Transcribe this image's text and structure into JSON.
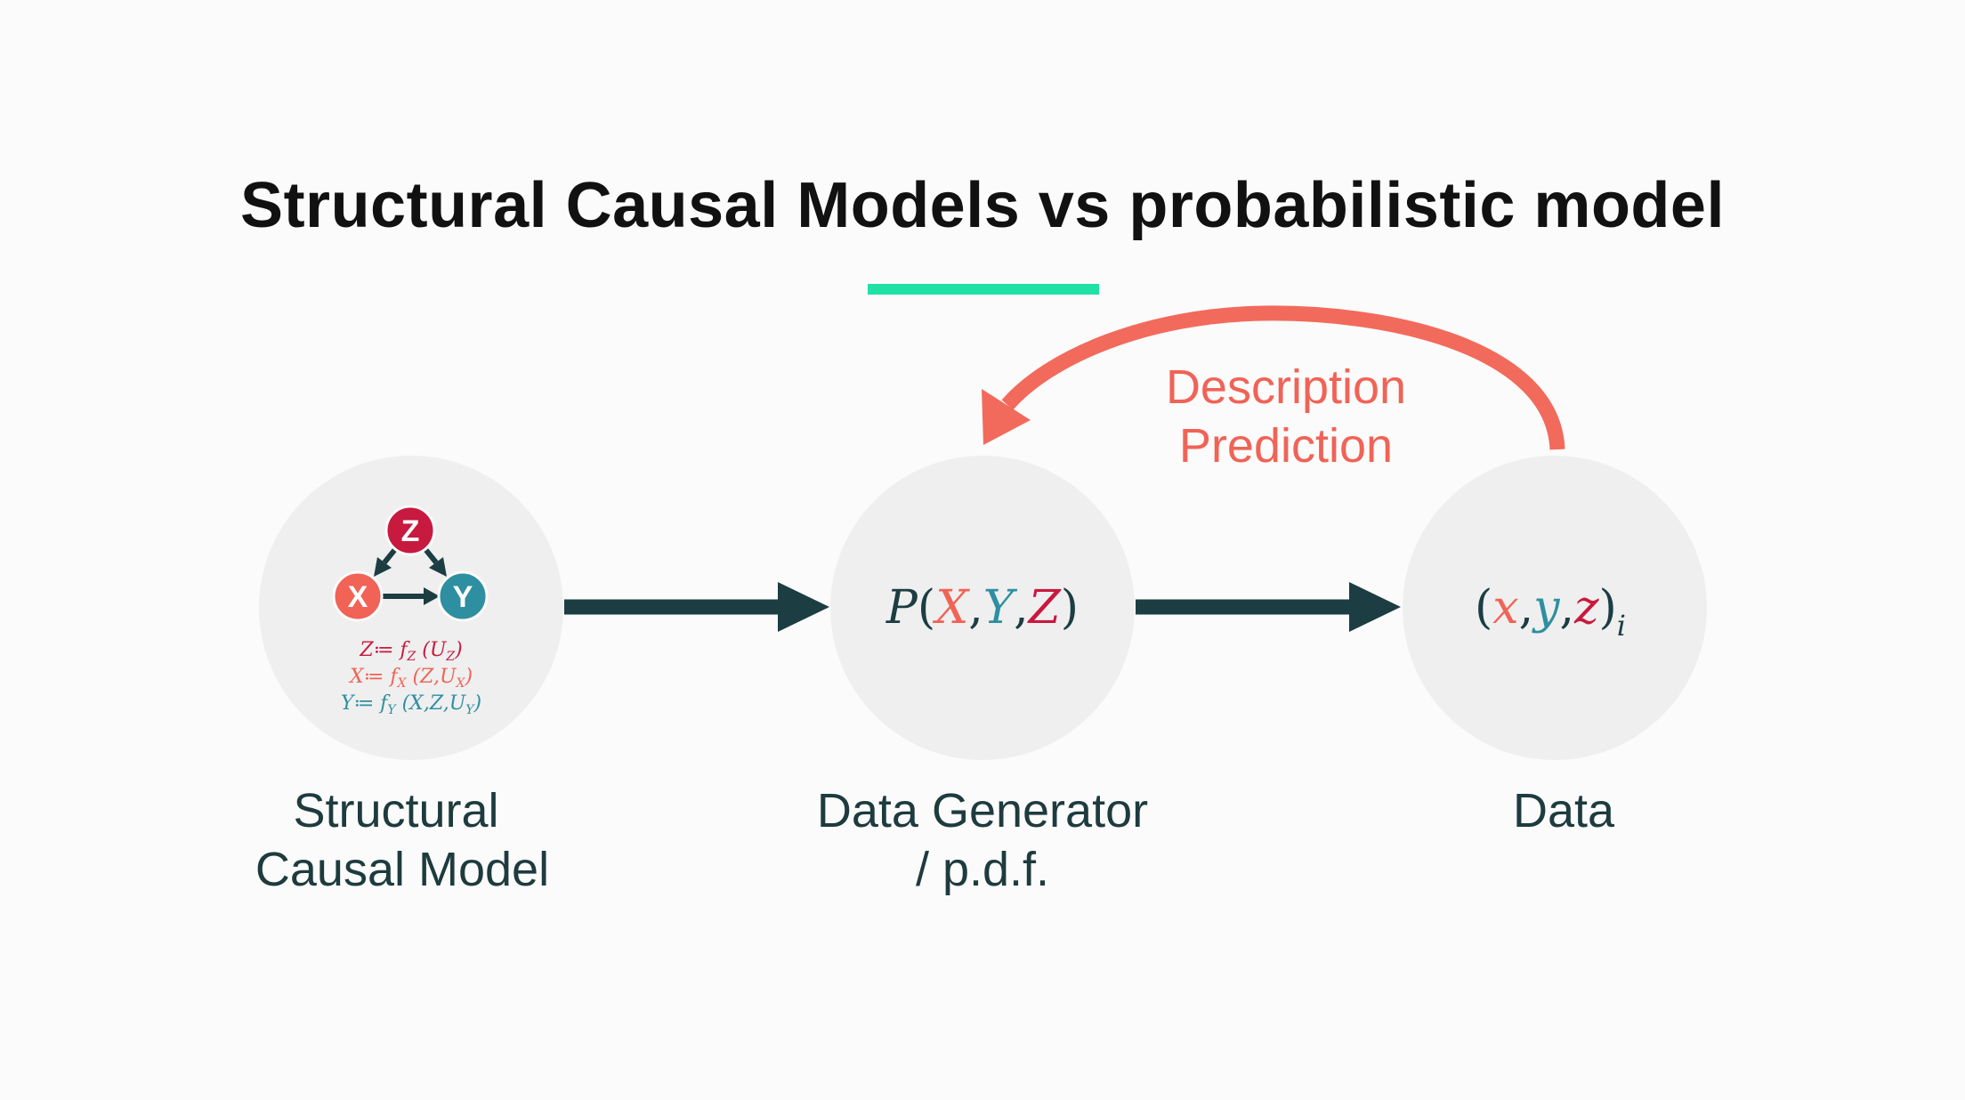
{
  "title": "Structural Causal Models vs probabilistic model",
  "colors": {
    "accent_bar": "#1fe0a5",
    "arrow_dark": "#1c3d42",
    "feedback_arrow": "#f26a5c",
    "var_x": "#f06356",
    "var_y": "#2e8fa0",
    "var_z": "#c8193f",
    "node_bg": "#efefef"
  },
  "nodes": [
    {
      "id": "scm",
      "caption_lines": [
        "Structural",
        "Causal Model"
      ],
      "graph": {
        "nodes": [
          {
            "label": "Z",
            "color": "#c8193f"
          },
          {
            "label": "X",
            "color": "#f06356"
          },
          {
            "label": "Y",
            "color": "#2e8fa0"
          }
        ],
        "edges": [
          [
            "Z",
            "X"
          ],
          [
            "Z",
            "Y"
          ],
          [
            "X",
            "Y"
          ]
        ]
      },
      "equations": [
        {
          "lhs": "Z",
          "op": "≔",
          "fn": "f",
          "sub": "Z",
          "args": "(U",
          "arg_sub": "Z",
          "close": ")",
          "color": "#c8193f"
        },
        {
          "lhs": "X",
          "op": "≔",
          "fn": "f",
          "sub": "X",
          "args": "(Z,U",
          "arg_sub": "X",
          "close": ")",
          "color": "#f06356"
        },
        {
          "lhs": "Y",
          "op": "≔",
          "fn": "f",
          "sub": "Y",
          "args": "(X,Z,U",
          "arg_sub": "Y",
          "close": ")",
          "color": "#2e8fa0"
        }
      ]
    },
    {
      "id": "generator",
      "caption_lines": [
        "Data Generator",
        "/ p.d.f."
      ],
      "formula": {
        "fn": "P",
        "open": "(",
        "x": "X",
        "y": "Y",
        "z": "Z",
        "sep": ",",
        "close": ")"
      }
    },
    {
      "id": "data",
      "caption_lines": [
        "Data"
      ],
      "formula": {
        "open": "(",
        "x": "x",
        "y": "y",
        "z": "z",
        "sep": ",",
        "close": ")",
        "sub": "i"
      }
    }
  ],
  "feedback": {
    "label_lines": [
      "Description",
      "Prediction"
    ]
  }
}
